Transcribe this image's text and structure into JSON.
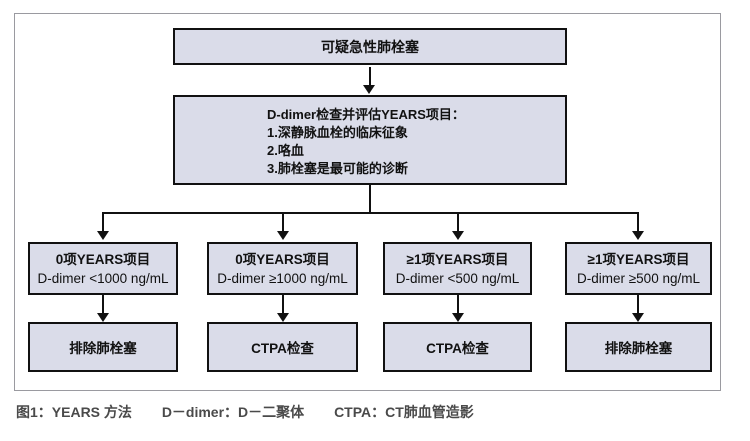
{
  "figure": {
    "nodes": {
      "start": "可疑急性肺栓塞",
      "assess": {
        "title": "D-dimer检查并评估YEARS项目：",
        "item1": "1.深静脉血栓的临床征象",
        "item2": "2.咯血",
        "item3": "3.肺栓塞是最可能的诊断"
      },
      "branches": [
        {
          "criteria": "0项YEARS项目",
          "dimer": "D-dimer <1000 ng/mL",
          "outcome": "排除肺栓塞"
        },
        {
          "criteria": "0项YEARS项目",
          "dimer": "D-dimer ≥1000 ng/mL",
          "outcome": "CTPA检查"
        },
        {
          "criteria": "≥1项YEARS项目",
          "dimer": "D-dimer <500 ng/mL",
          "outcome": "CTPA检查"
        },
        {
          "criteria": "≥1项YEARS项目",
          "dimer": "D-dimer ≥500 ng/mL",
          "outcome": "排除肺栓塞"
        }
      ]
    },
    "caption": {
      "label": "图1：YEARS 方法",
      "legend_dimer": "D－dimer：D－二聚体",
      "legend_ctpa": "CTPA：CT肺血管造影"
    },
    "colors": {
      "node_fill": "#dadce9",
      "node_border": "#111111",
      "frame_border": "#9a9aa0",
      "caption_text": "#4a4a4a"
    }
  }
}
